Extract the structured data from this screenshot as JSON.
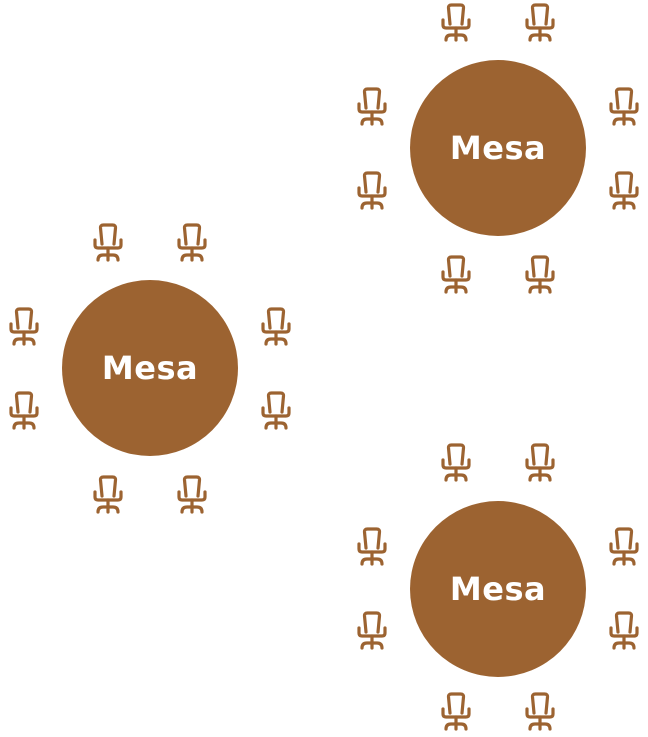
{
  "colors": {
    "accent": "#9c6331",
    "background": "#ffffff",
    "label": "#ffffff"
  },
  "icon": "office-chair-icon",
  "tables": [
    {
      "label": "Mesa",
      "chairs": 8
    },
    {
      "label": "Mesa",
      "chairs": 8
    },
    {
      "label": "Mesa",
      "chairs": 8
    }
  ]
}
